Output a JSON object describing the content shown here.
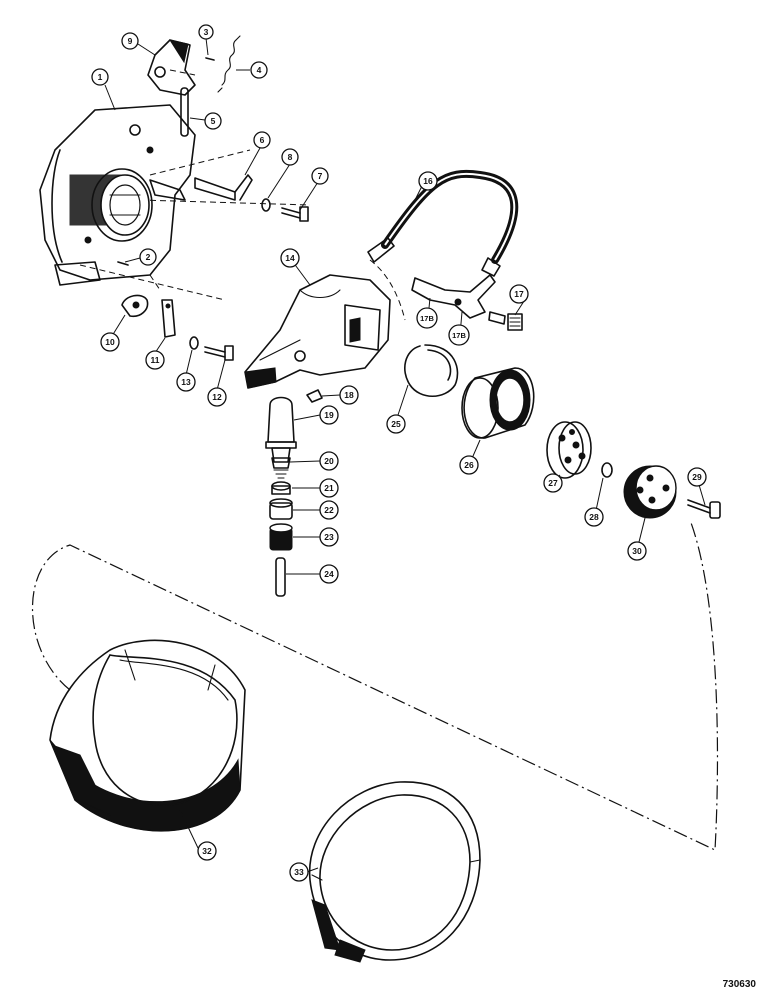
{
  "diagram": {
    "callouts": [
      {
        "id": "c1",
        "label": "1"
      },
      {
        "id": "c2",
        "label": "2"
      },
      {
        "id": "c3",
        "label": "3"
      },
      {
        "id": "c4",
        "label": "4"
      },
      {
        "id": "c5",
        "label": "5"
      },
      {
        "id": "c6",
        "label": "6"
      },
      {
        "id": "c7",
        "label": "7"
      },
      {
        "id": "c8",
        "label": "8"
      },
      {
        "id": "c9",
        "label": "9"
      },
      {
        "id": "c10",
        "label": "10"
      },
      {
        "id": "c11",
        "label": "11"
      },
      {
        "id": "c12",
        "label": "12"
      },
      {
        "id": "c13",
        "label": "13"
      },
      {
        "id": "c14",
        "label": "14"
      },
      {
        "id": "c16",
        "label": "16"
      },
      {
        "id": "c17",
        "label": "17"
      },
      {
        "id": "c17a",
        "label": "17B"
      },
      {
        "id": "c17b",
        "label": "17B"
      },
      {
        "id": "c18",
        "label": "18"
      },
      {
        "id": "c19",
        "label": "19"
      },
      {
        "id": "c20",
        "label": "20"
      },
      {
        "id": "c21",
        "label": "21"
      },
      {
        "id": "c22",
        "label": "22"
      },
      {
        "id": "c23",
        "label": "23"
      },
      {
        "id": "c24",
        "label": "24"
      },
      {
        "id": "c25",
        "label": "25"
      },
      {
        "id": "c26",
        "label": "26"
      },
      {
        "id": "c27",
        "label": "27"
      },
      {
        "id": "c28",
        "label": "28"
      },
      {
        "id": "c29",
        "label": "29"
      },
      {
        "id": "c30",
        "label": "30"
      },
      {
        "id": "c32",
        "label": "32"
      },
      {
        "id": "c33",
        "label": "33"
      }
    ],
    "figure_number": "730630"
  }
}
